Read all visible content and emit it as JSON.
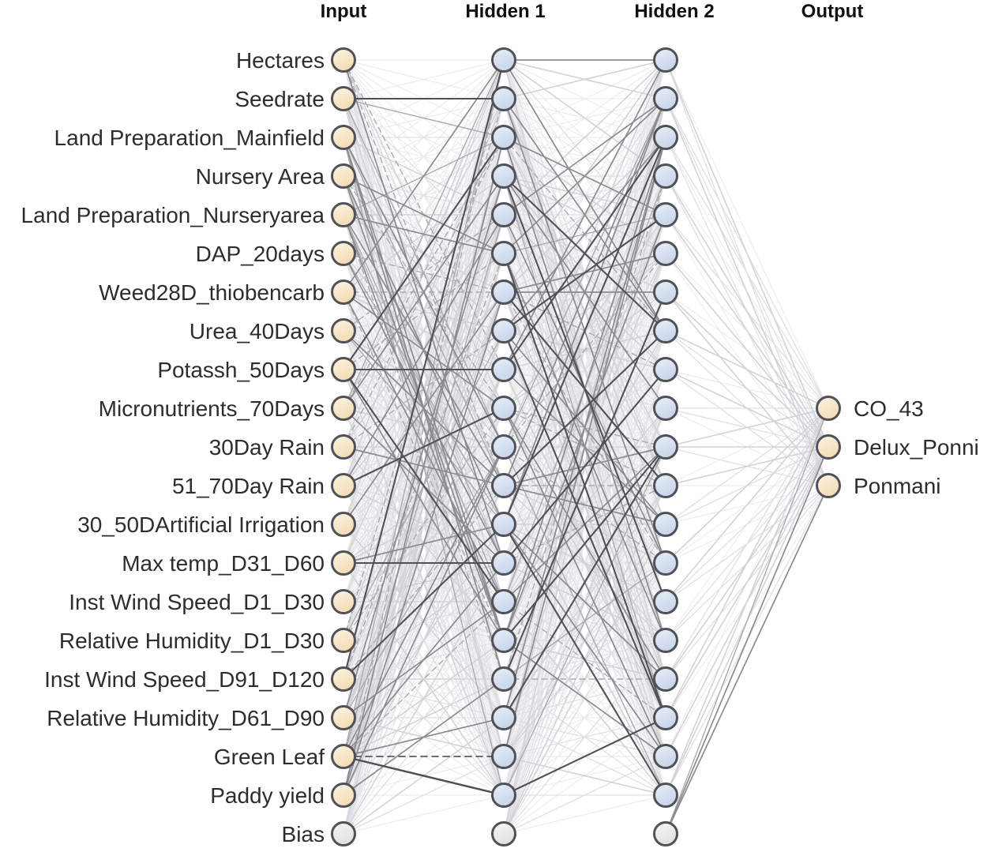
{
  "figure": {
    "type": "neural-network-diagram",
    "headers": [
      "Input",
      "Hidden 1",
      "Hidden 2",
      "Output"
    ],
    "input_layer": {
      "labels": [
        "Hectares",
        "Seedrate",
        "Land Preparation_Mainfield",
        "Nursery Area",
        "Land Preparation_Nurseryarea",
        "DAP_20days",
        "Weed28D_thiobencarb",
        "Urea_40Days",
        "Potassh_50Days",
        "Micronutrients_70Days",
        "30Day Rain",
        "51_70Day Rain",
        "30_50DArtificial Irrigation",
        "Max temp_D31_D60",
        "Inst Wind Speed_D1_D30",
        "Relative Humidity_D1_D30",
        "Inst Wind Speed_D91_D120",
        "Relative Humidity_D61_D90",
        "Green Leaf",
        "Paddy yield"
      ],
      "bias_label": "Bias"
    },
    "hidden_layers": [
      {
        "name": "Hidden 1",
        "neurons": 20,
        "has_bias": true
      },
      {
        "name": "Hidden 2",
        "neurons": 20,
        "has_bias": true
      }
    ],
    "output_layer": {
      "labels": [
        "CO_43",
        "Delux_Ponni",
        "Ponmani"
      ]
    },
    "colors": {
      "background": "#ffffff",
      "input_node_top": "#fdf4e2",
      "input_node_bottom": "#f3ddb6",
      "hidden_node_top": "#e8eef7",
      "hidden_node_bottom": "#c9d6ec",
      "bias_node_top": "#f6f6f6",
      "bias_node_bottom": "#e2e2e3",
      "node_border": "#505257",
      "edge_faint": "#eaeaed",
      "edge_light": "#e0e0e4",
      "edge_soft": "#d3d3d7",
      "edge_medium": "#ababaf",
      "edge_strong": "#8b8b90",
      "edge_dark": "#515156",
      "label_text": "#2d2d2d",
      "header_text": "#111111"
    }
  }
}
